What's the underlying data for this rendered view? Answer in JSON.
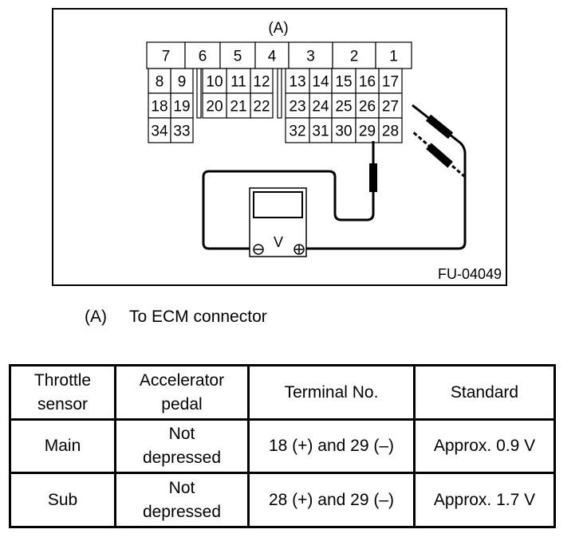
{
  "figure": {
    "connector_label": "(A)",
    "figure_id": "FU-04049",
    "meter_symbol": "V",
    "header_cells": [
      "7",
      "6",
      "5",
      "4",
      "3",
      "2",
      "1"
    ],
    "terminal_rows": [
      [
        "17",
        "16",
        "15",
        "14",
        "13",
        "12",
        "11",
        "10",
        "9",
        "8"
      ],
      [
        "27",
        "26",
        "25",
        "24",
        "23",
        "22",
        "21",
        "20",
        "19",
        "18"
      ],
      [
        "34",
        "33",
        "32",
        "31",
        "30",
        "29",
        "28"
      ]
    ],
    "probe_terminals": {
      "main_positive": "18",
      "sub_positive": "28",
      "negative": "29"
    }
  },
  "caption": {
    "label": "(A)",
    "text": "To ECM connector"
  },
  "table": {
    "headers": [
      "Throttle sensor",
      "Accelerator pedal",
      "Terminal No.",
      "Standard"
    ],
    "rows": [
      [
        "Main",
        "Not depressed",
        "18 (+) and 29 (–)",
        "Approx. 0.9 V"
      ],
      [
        "Sub",
        "Not depressed",
        "28 (+) and 29 (–)",
        "Approx. 1.7 V"
      ]
    ]
  }
}
